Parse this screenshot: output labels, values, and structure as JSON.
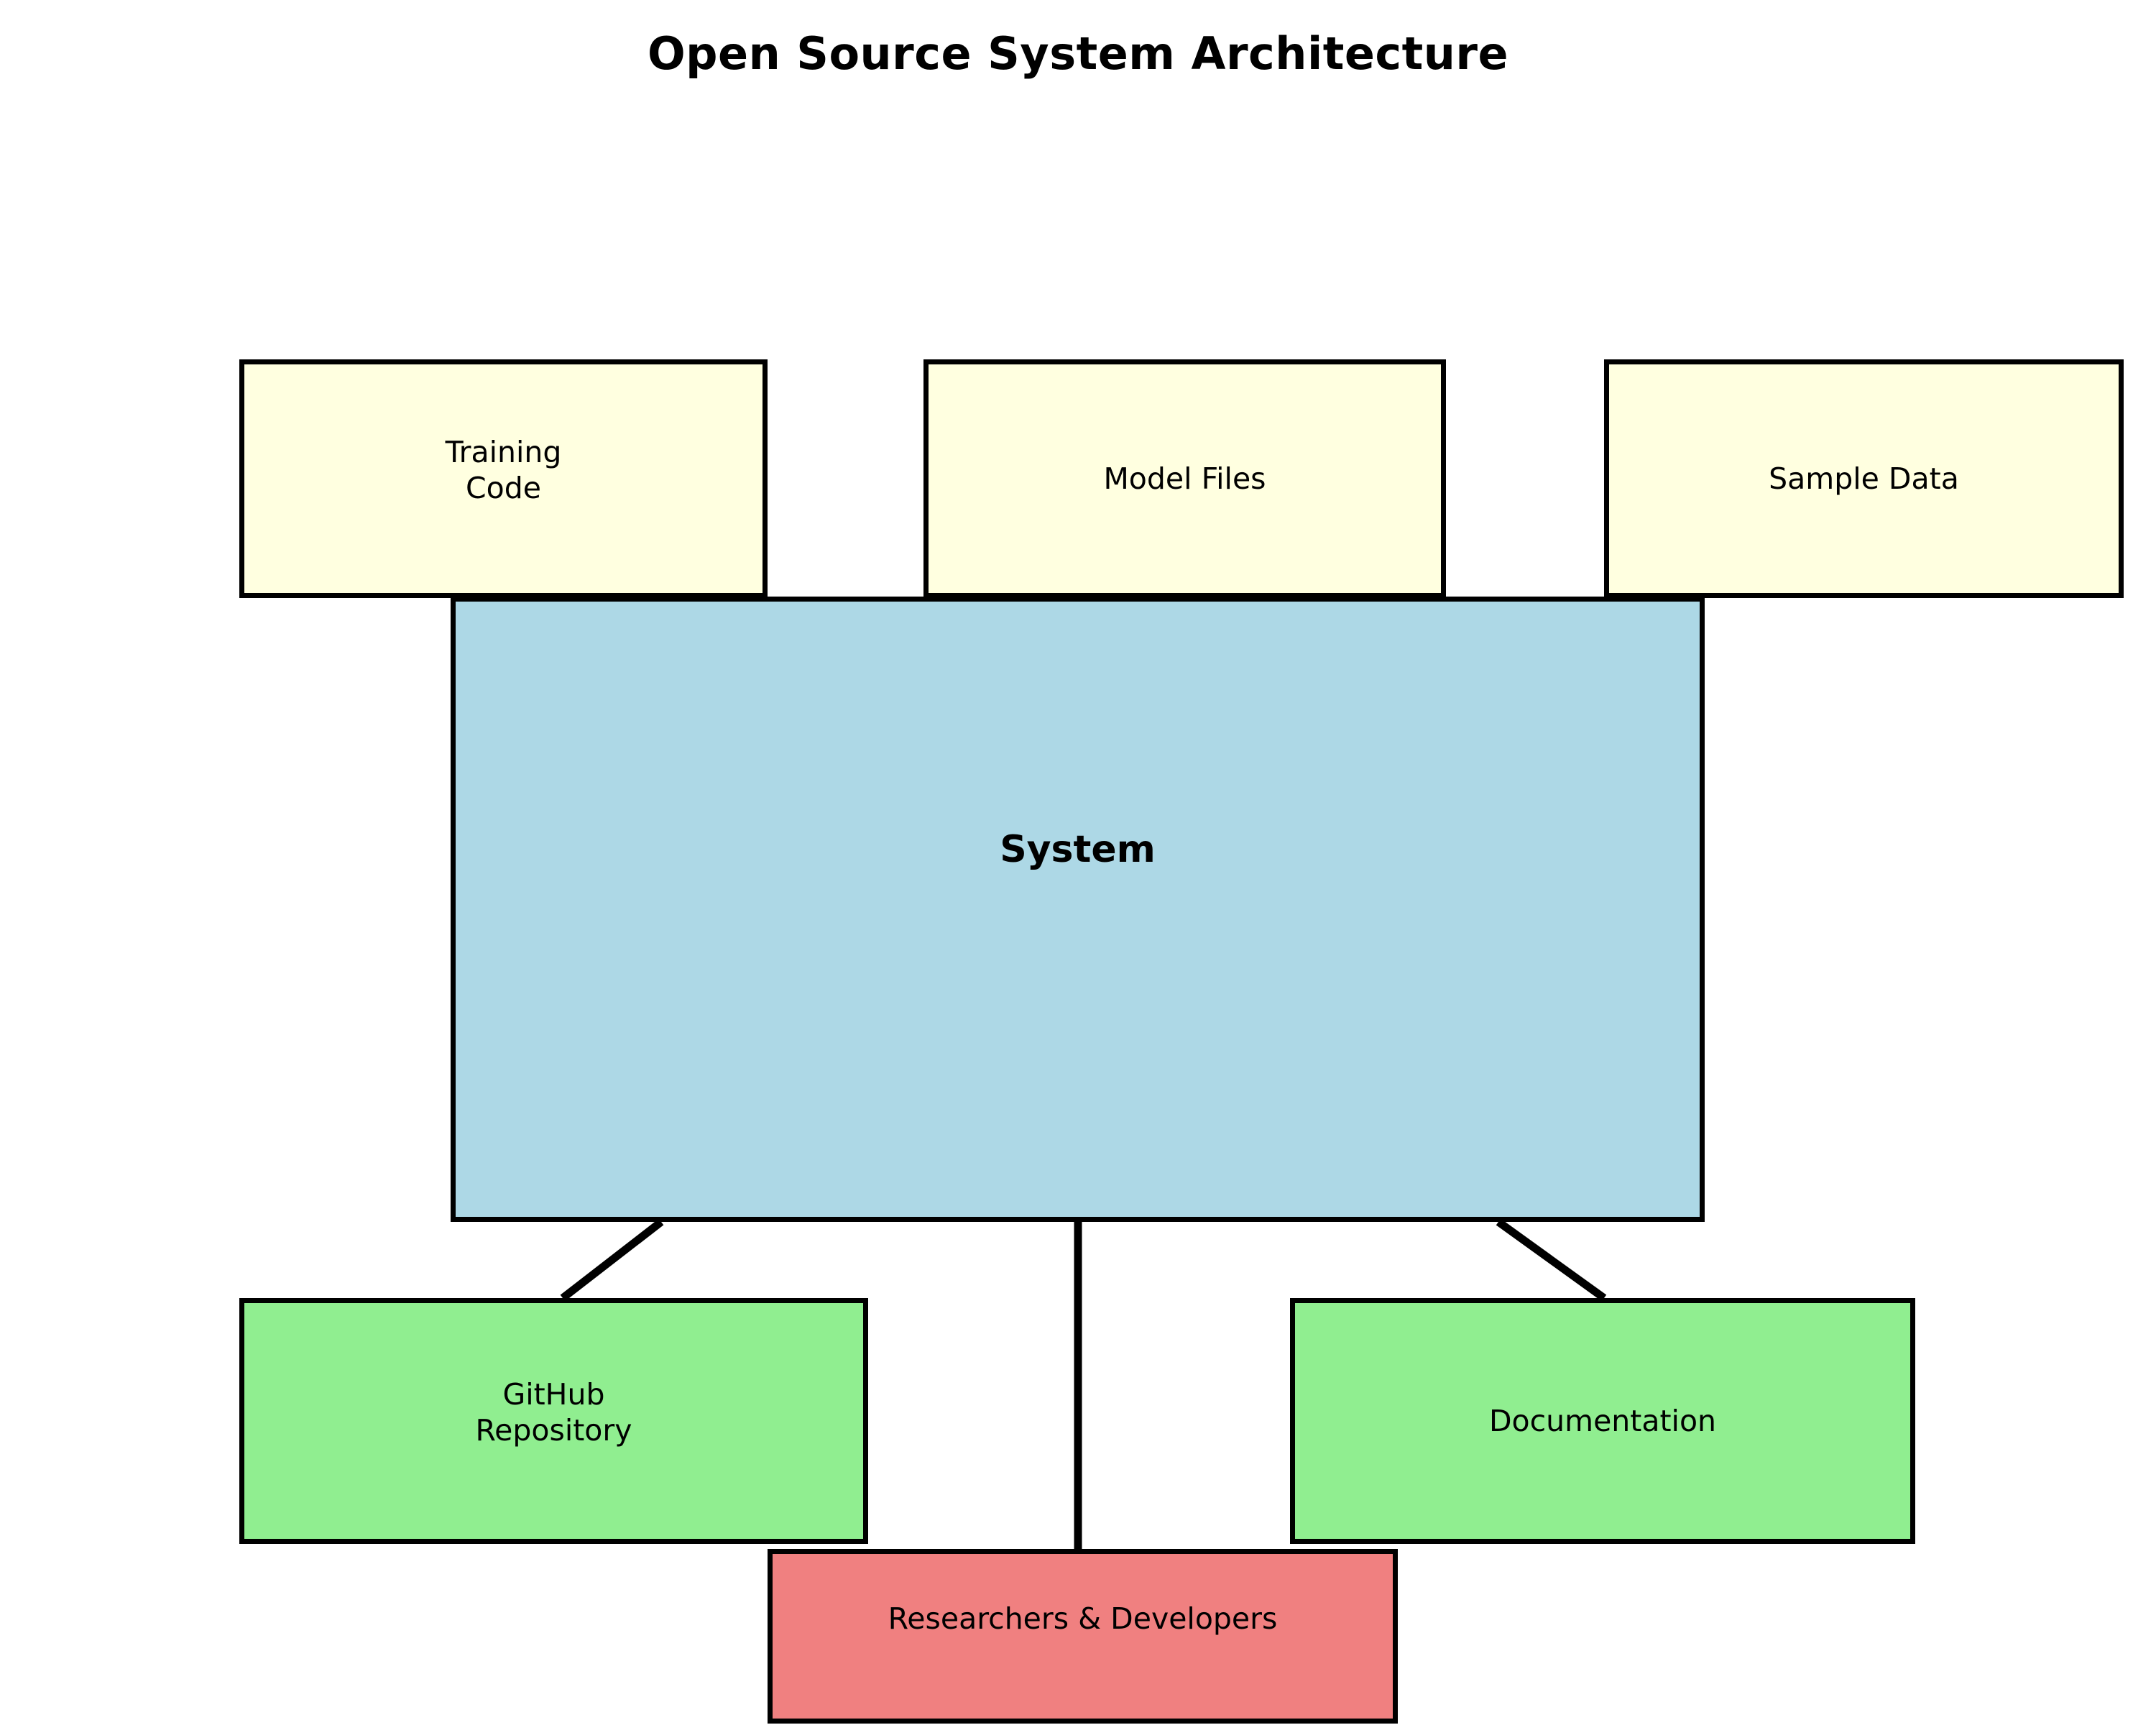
{
  "page": {
    "title": "Open Source System Architecture",
    "background_color": "#FFFFFF"
  },
  "colors": {
    "artifact_fill": "#FFFFE0",
    "system_fill": "#ADD8E6",
    "platform_fill": "#90EE90",
    "audience_fill": "#F08080",
    "outline": "#000000",
    "text": "#000000"
  },
  "diagram": {
    "type": "block-architecture",
    "nodes": {
      "training_code": {
        "label": "Training\nCode",
        "group": "artifacts",
        "fill": "#FFFFE0"
      },
      "model_files": {
        "label": "Model Files",
        "group": "artifacts",
        "fill": "#FFFFE0"
      },
      "sample_data": {
        "label": "Sample Data",
        "group": "artifacts",
        "fill": "#FFFFE0"
      },
      "system": {
        "label": "System",
        "group": "core",
        "fill": "#ADD8E6",
        "emphasis": "bold"
      },
      "github_repository": {
        "label": "GitHub\nRepository",
        "group": "platforms",
        "fill": "#90EE90"
      },
      "documentation": {
        "label": "Documentation",
        "group": "platforms",
        "fill": "#90EE90"
      },
      "researchers_developers": {
        "label": "Researchers & Developers",
        "group": "audience",
        "fill": "#F08080"
      }
    },
    "edges": [
      {
        "from": "system",
        "to": "github_repository",
        "style": "diagonal"
      },
      {
        "from": "system",
        "to": "researchers_developers",
        "style": "vertical"
      },
      {
        "from": "system",
        "to": "documentation",
        "style": "diagonal"
      }
    ]
  }
}
